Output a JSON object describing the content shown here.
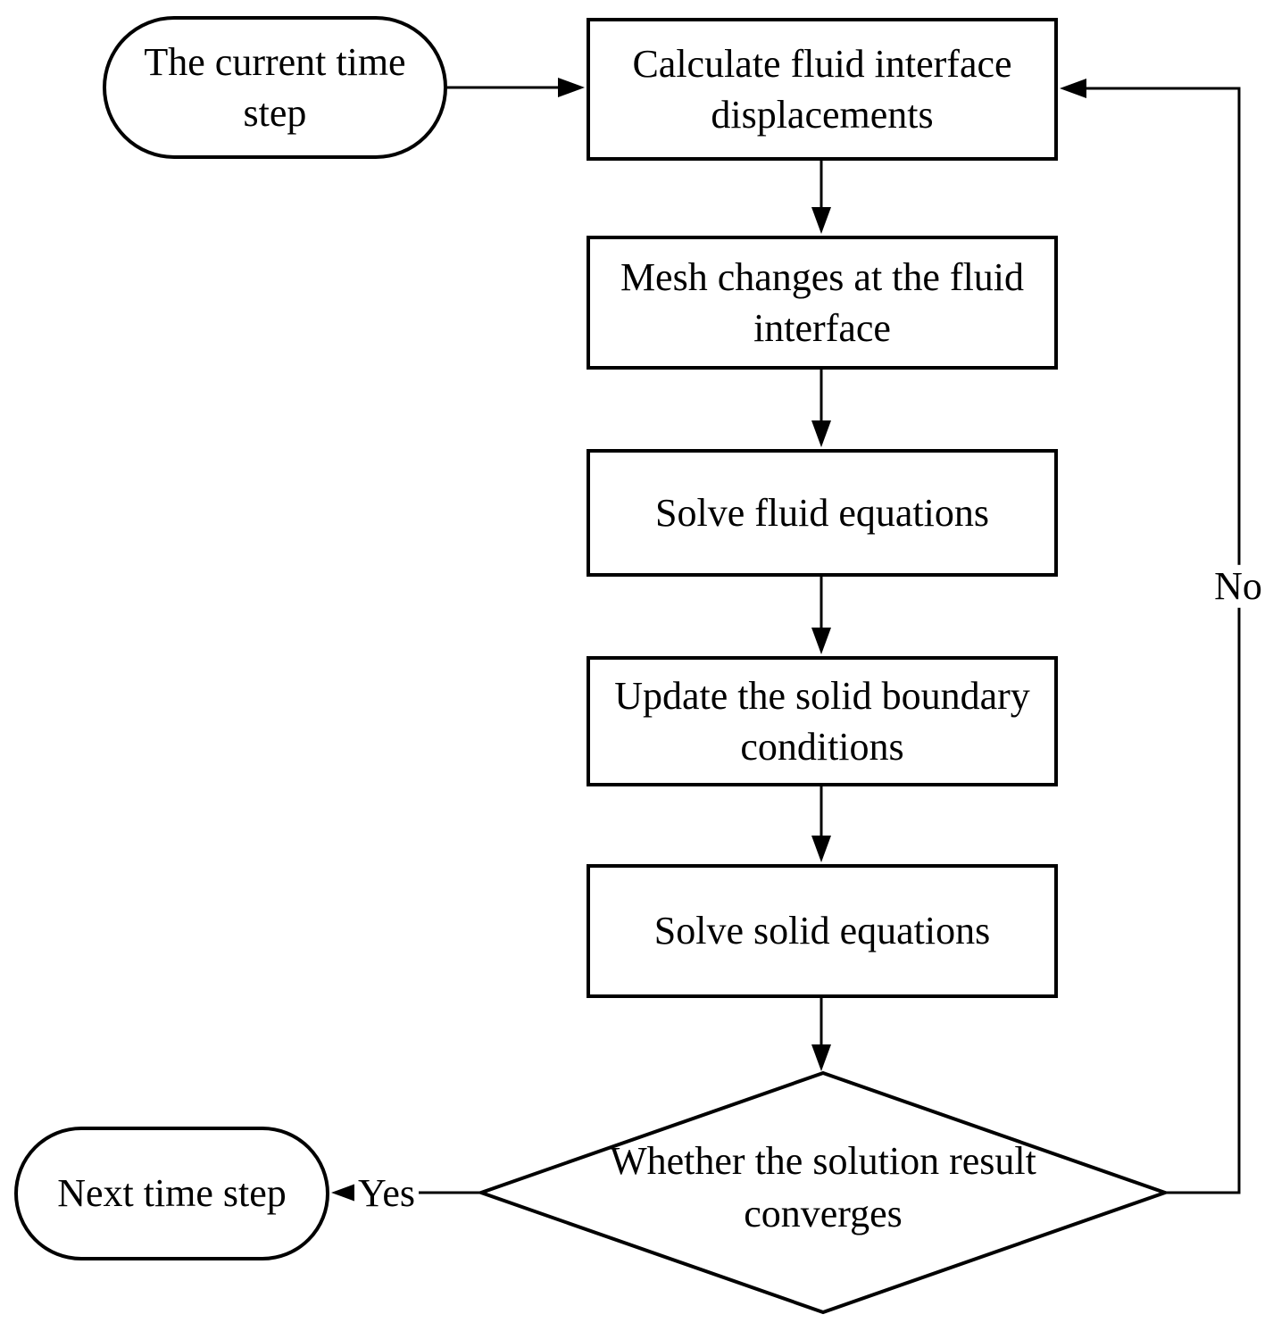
{
  "diagram": {
    "background_color": "#ffffff",
    "stroke_color": "#000000",
    "nodes": {
      "start": {
        "label": "The current time step",
        "type": "terminator"
      },
      "calc_displacements": {
        "label": "Calculate fluid interface displacements",
        "type": "process"
      },
      "mesh_changes": {
        "label": "Mesh changes at the fluid interface",
        "type": "process"
      },
      "solve_fluid": {
        "label": "Solve fluid equations",
        "type": "process"
      },
      "update_boundary": {
        "label": "Update the solid boundary conditions",
        "type": "process"
      },
      "solve_solid": {
        "label": "Solve solid equations",
        "type": "process"
      },
      "converge_decision": {
        "label": "Whether the solution result converges",
        "type": "decision"
      },
      "next_step": {
        "label": "Next time step",
        "type": "terminator"
      }
    },
    "edges": {
      "yes_label": "Yes",
      "no_label": "No"
    }
  }
}
